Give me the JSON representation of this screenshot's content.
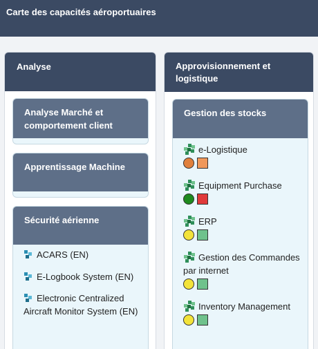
{
  "header": {
    "title": "Carte des capacités aéroportuaires"
  },
  "columns": {
    "left": {
      "title": "Analyse",
      "cards": {
        "market": {
          "title": "Analyse Marché et comportement client"
        },
        "ml": {
          "title": "Apprentissage Machine"
        },
        "safety": {
          "title": "Sécurité aérienne",
          "items": [
            {
              "label": "ACARS (EN)",
              "icon": "app-icon"
            },
            {
              "label": "E-Logbook System (EN)",
              "icon": "app-icon"
            },
            {
              "label": "Electronic Centralized Aircraft Monitor System (EN)",
              "icon": "app-icon"
            }
          ]
        }
      }
    },
    "right": {
      "title": "Approvisionnement et logistique",
      "cards": {
        "stock": {
          "title": "Gestion des stocks",
          "items": [
            {
              "label": "e-Logistique",
              "icon": "grid-icon",
              "circle_color": "#e0803c",
              "square_color": "#f0985a"
            },
            {
              "label": "Equipment Purchase",
              "icon": "grid-icon",
              "circle_color": "#1e8a1e",
              "square_color": "#e03a3a"
            },
            {
              "label": "ERP",
              "icon": "grid-icon",
              "circle_color": "#f3e33a",
              "square_color": "#6fc28c"
            },
            {
              "label": "Gestion des Commandes par internet",
              "icon": "grid-icon",
              "circle_color": "#f3e33a",
              "square_color": "#6fc28c"
            },
            {
              "label": "Inventory Management",
              "icon": "grid-icon",
              "circle_color": "#f3e33a",
              "square_color": "#6fc28c"
            }
          ]
        }
      }
    }
  },
  "colors": {
    "header_bg": "#3b4a63",
    "card_head_bg": "#5e6f88",
    "card_body_bg": "#eaf6fb"
  }
}
